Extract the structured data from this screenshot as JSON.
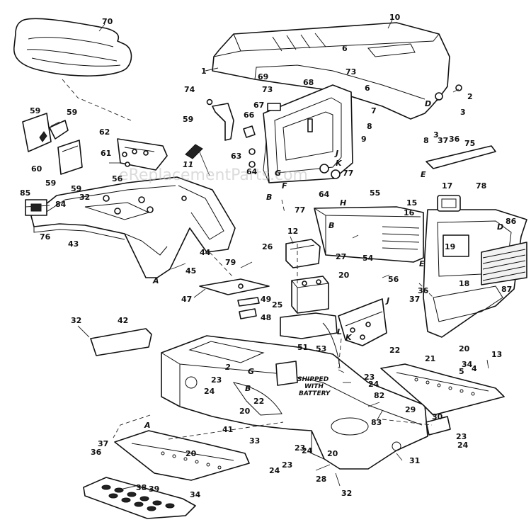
{
  "watermark": "eReplacementParts.com",
  "shipped_note": [
    "SHIPPED",
    "WITH",
    "BATTERY"
  ],
  "callouts": {
    "n70": "70",
    "n10": "10",
    "n6a": "6",
    "n73a": "73",
    "n69": "69",
    "n73b": "73",
    "n68": "68",
    "n6b": "6",
    "n1": "1",
    "n2": "2",
    "n3a": "3",
    "nD1": "D",
    "n74": "74",
    "n67": "67",
    "n66": "66",
    "n7": "7",
    "n8a": "8",
    "n9": "9",
    "n59a": "59",
    "n59b": "59",
    "n59c": "59",
    "n59d": "59",
    "n59e": "59",
    "n60": "60",
    "n62": "62",
    "n61": "61",
    "n56a": "56",
    "n63": "63",
    "n64a": "64",
    "n64b": "64",
    "n11": "11",
    "nJ1": "J",
    "nK1": "K",
    "nG1": "G",
    "nF1": "F",
    "nB1": "B",
    "n77a": "77",
    "n8b": "8",
    "n3b": "3",
    "n37a": "37",
    "n36a": "36",
    "n75": "75",
    "nE1": "E",
    "n85": "85",
    "n84": "84",
    "n32a": "32",
    "n76": "76",
    "n43": "43",
    "n44": "44",
    "n45": "45",
    "nA1": "A",
    "n77b": "77",
    "nH": "H",
    "nB2": "B",
    "n55": "55",
    "n12": "12",
    "n26": "26",
    "n27": "27",
    "n79": "79",
    "n47": "47",
    "n49": "49",
    "n48": "48",
    "n25": "25",
    "n20a": "20",
    "n54": "54",
    "n15": "15",
    "n16": "16",
    "n17": "17",
    "n78": "78",
    "n86": "86",
    "nD2": "D",
    "n19": "19",
    "nE2": "E",
    "n56b": "56",
    "n18": "18",
    "n87": "87",
    "n37b": "37",
    "n36b": "36",
    "nJ2": "J",
    "nL": "L",
    "nK2": "K",
    "n51": "51",
    "n53": "53",
    "n22a": "22",
    "n21": "21",
    "n20b": "20",
    "n13": "13",
    "n32b": "32",
    "n42": "42",
    "n2b": "2",
    "nG2": "G",
    "n23a": "23",
    "n24a": "24",
    "nB3": "B",
    "n22b": "22",
    "n23b": "23",
    "n24b": "24",
    "n82": "82",
    "n34a": "34",
    "n5": "5",
    "n4": "4",
    "n20c": "20",
    "n41": "41",
    "n33": "33",
    "n83": "83",
    "n29": "29",
    "n30": "30",
    "n23c": "23",
    "n24c": "24",
    "nA2": "A",
    "n37c": "37",
    "n36c": "36",
    "n20d": "20",
    "n24d": "24",
    "n23d": "23",
    "n24e": "24",
    "n23e": "23",
    "n31": "31",
    "n20e": "20",
    "n28": "28",
    "n38": "38",
    "n39": "39",
    "n34b": "34",
    "n32c": "32"
  }
}
